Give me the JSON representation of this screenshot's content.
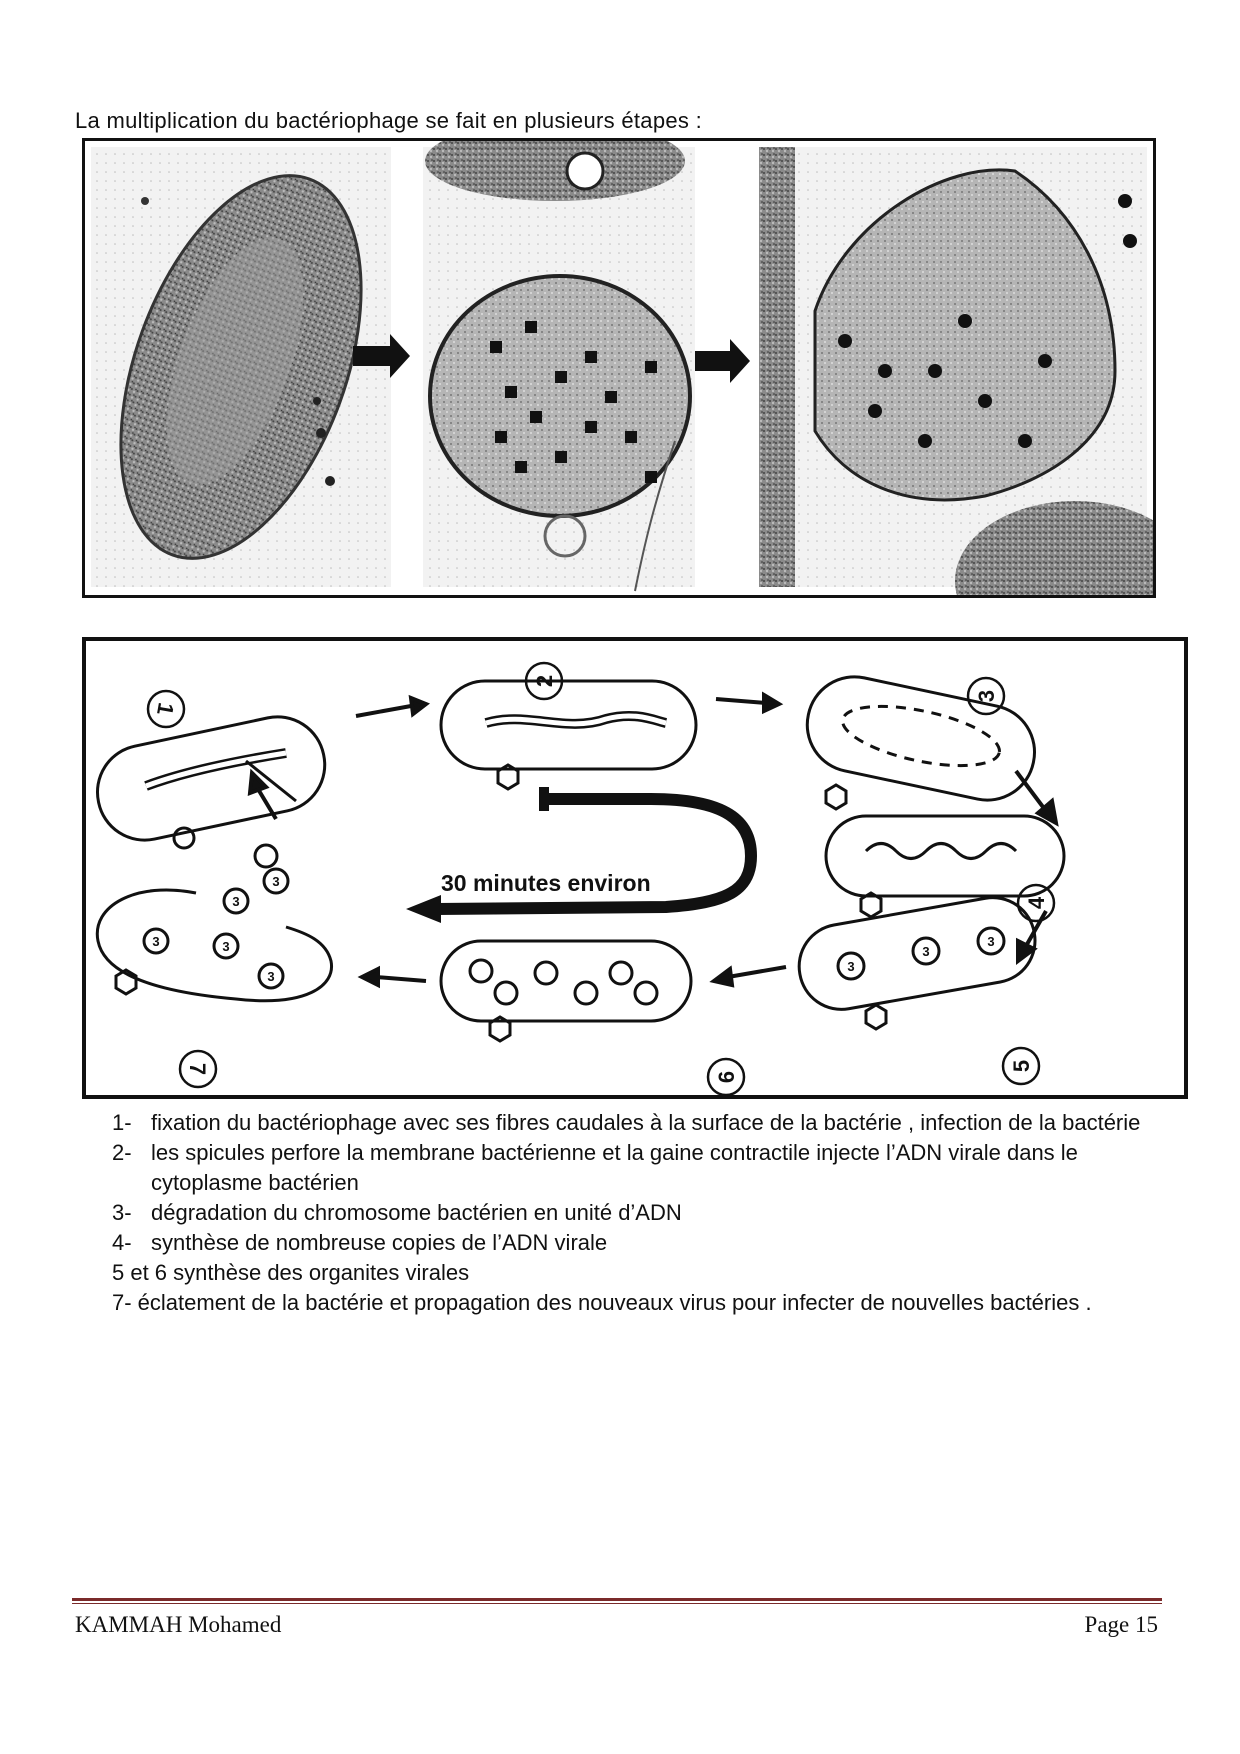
{
  "intro": "La multiplication du bactériophage se fait en plusieurs étapes :",
  "diagram": {
    "duration_label": "30 minutes environ",
    "stage_numbers": [
      "1",
      "2",
      "3",
      "4",
      "5",
      "6",
      "7"
    ],
    "virus_marks": [
      "3"
    ]
  },
  "steps": [
    {
      "num": "1-",
      "text": "fixation du bactériophage avec ses fibres caudales à la surface de la bactérie , infection de la bactérie"
    },
    {
      "num": "2-",
      "text": "les spicules perfore la membrane bactérienne et la gaine contractile injecte l’ADN virale dans le cytoplasme bactérien"
    },
    {
      "num": "3-",
      "text": "dégradation du chromosome bactérien en unité d’ADN"
    },
    {
      "num": "4-",
      "text": "synthèse de nombreuse copies de l’ADN virale"
    },
    {
      "num": "",
      "text": "5 et 6 synthèse des organites virales"
    },
    {
      "num": "",
      "text": "7- éclatement de la bactérie et propagation des nouveaux virus pour infecter de nouvelles bactéries ."
    }
  ],
  "footer": {
    "author": "KAMMAH Mohamed",
    "page": "Page 15"
  }
}
